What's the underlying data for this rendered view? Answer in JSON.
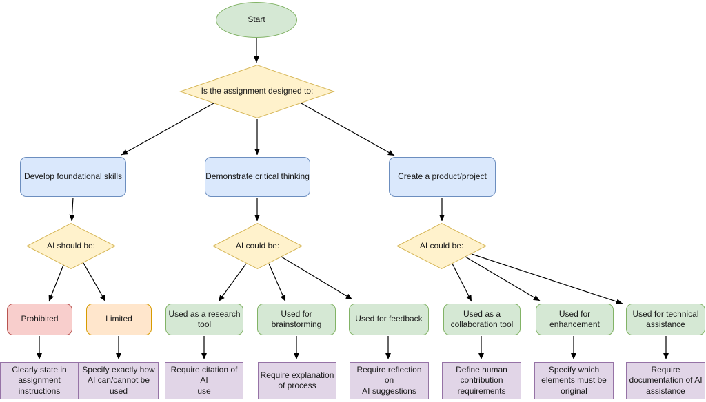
{
  "palette": {
    "canvas_bg": "#ffffff",
    "start_fill": "#d5e8d4",
    "start_stroke": "#82b366",
    "question_fill": "#fff2cc",
    "question_stroke": "#d6b656",
    "goal_fill": "#dae8fc",
    "goal_stroke": "#6c8ebf",
    "prohibited_fill": "#f8cecc",
    "prohibited_stroke": "#b85450",
    "limited_fill": "#ffe6cc",
    "limited_stroke": "#d79b00",
    "allowed_fill": "#d5e8d4",
    "allowed_stroke": "#82b366",
    "action_fill": "#e1d5e7",
    "action_stroke": "#9673a6",
    "connector": "#000000"
  },
  "flowchart": {
    "start": {
      "label": "Start"
    },
    "root_question": {
      "label": "Is the assignment designed to:"
    },
    "branches": [
      {
        "goal": {
          "label": "Develop foundational skills"
        },
        "question": {
          "label": "AI should be:"
        },
        "options": [
          {
            "label": "Prohibited",
            "type": "prohibited",
            "action": {
              "label": "Clearly state in\nassignment\ninstructions"
            }
          },
          {
            "label": "Limited",
            "type": "limited",
            "action": {
              "label": "Specify exactly how\nAI can/cannot be\nused"
            }
          }
        ]
      },
      {
        "goal": {
          "label": "Demonstrate critical thinking"
        },
        "question": {
          "label": "AI could be:"
        },
        "options": [
          {
            "label": "Used as a research\ntool",
            "type": "allowed",
            "action": {
              "label": "Require citation of AI\nuse"
            }
          },
          {
            "label": "Used for\nbrainstorming",
            "type": "allowed",
            "action": {
              "label": "Require explanation\nof process"
            }
          },
          {
            "label": "Used for feedback",
            "type": "allowed",
            "action": {
              "label": "Require reflection on\nAI suggestions"
            }
          }
        ]
      },
      {
        "goal": {
          "label": "Create a product/project"
        },
        "question": {
          "label": "AI could be:"
        },
        "options": [
          {
            "label": "Used as a\ncollaboration tool",
            "type": "allowed",
            "action": {
              "label": "Define human\ncontribution\nrequirements"
            }
          },
          {
            "label": "Used for\nenhancement",
            "type": "allowed",
            "action": {
              "label": "Specify which\nelements must be\noriginal"
            }
          },
          {
            "label": "Used for technical\nassistance",
            "type": "allowed",
            "action": {
              "label": "Require\ndocumentation of AI\nassistance"
            }
          }
        ]
      }
    ]
  }
}
